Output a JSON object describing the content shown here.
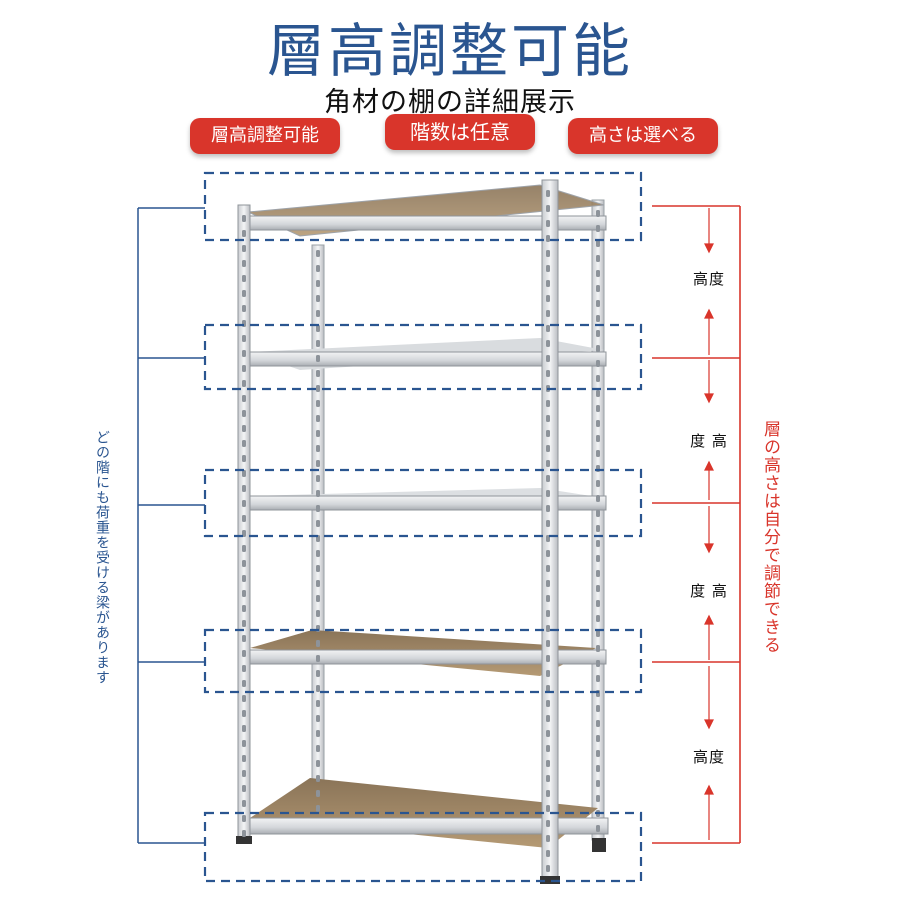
{
  "title": "層高調整可能",
  "subtitle": "角材の棚の詳細展示",
  "badges": [
    "層高調整可能",
    "階数は任意",
    "高さは選べる"
  ],
  "left_note": "どの階にも荷重を受ける梁があります",
  "right_note": "層の高さは自分で調節できる",
  "height_labels": [
    "高度",
    "度 高",
    "度 高",
    "高度"
  ],
  "colors": {
    "title": "#2a5590",
    "accent_red": "#d9352b",
    "dashed_blue": "#2a5590"
  }
}
